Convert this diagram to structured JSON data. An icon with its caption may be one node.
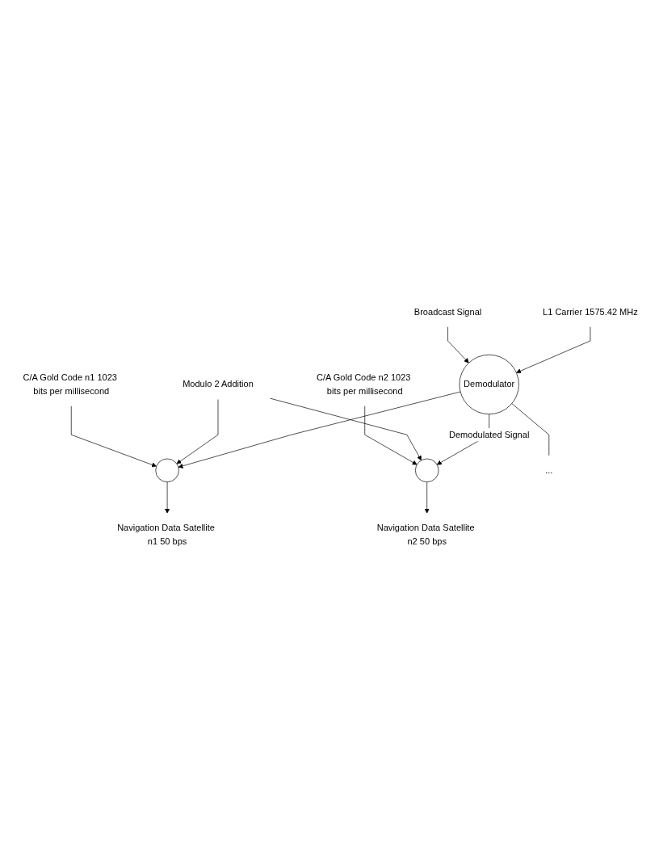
{
  "diagram": {
    "nodes": [
      {
        "text": [
          "L1 Carrier 1575.42 MHz"
        ]
      },
      {
        "text": [
          "Broadcast Signal"
        ]
      },
      {
        "text": [
          "Demodulator"
        ]
      },
      {
        "text": [
          "Modulo 2 Addition"
        ]
      },
      {
        "text": [
          "C/A Gold Code n1 1023 bits per millisecond"
        ]
      },
      {
        "text": [],
        "shape": "circle"
      },
      {
        "text": [
          "C/A Gold Code n2 1023 bits per millisecond"
        ]
      },
      {
        "text": [],
        "shape": "circle"
      },
      {
        "text": [
          "Navigation Data Satellite n1 50 bps"
        ]
      },
      {
        "text": [
          "Navigation Data Satellite n2 50 bps"
        ]
      },
      {
        "text": [
          "..."
        ]
      }
    ],
    "edges": [
      {
        "from": 0,
        "to": 2,
        "arrow": "to"
      },
      {
        "from": 1,
        "to": 2,
        "arrow": "to"
      },
      {
        "from": 2,
        "to": 5,
        "arrow": "to"
      },
      {
        "from": 2,
        "to": 7,
        "arrow": "to",
        "label": "Demodulated Signal"
      },
      {
        "from": 2,
        "to": 10,
        "arrow": "none"
      },
      {
        "from": 3,
        "to": 5,
        "arrow": "to"
      },
      {
        "from": 3,
        "to": 7,
        "arrow": "to"
      },
      {
        "from": 4,
        "to": 5,
        "arrow": "to"
      },
      {
        "from": 6,
        "to": 7,
        "arrow": "to"
      },
      {
        "from": 5,
        "to": 8,
        "arrow": "to"
      },
      {
        "from": 7,
        "to": 9,
        "arrow": "to"
      }
    ]
  }
}
